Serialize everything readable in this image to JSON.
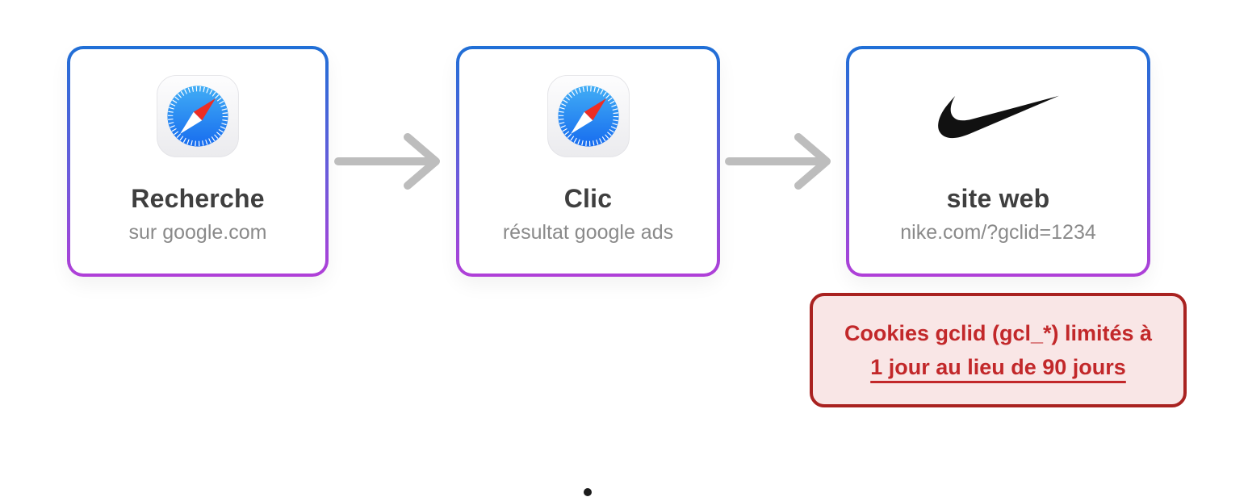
{
  "steps": [
    {
      "title": "Recherche",
      "subtitle": "sur google.com",
      "icon": "safari-browser-icon"
    },
    {
      "title": "Clic",
      "subtitle": "résultat google ads",
      "icon": "safari-browser-icon"
    },
    {
      "title": "site web",
      "subtitle": "nike.com/?gclid=1234",
      "icon": "nike-logo"
    }
  ],
  "warning": {
    "line1": "Cookies gclid (gcl_*) limités à",
    "line2": "1 jour au lieu de 90 jours"
  },
  "colors": {
    "card_border_top": "#1f6fd6",
    "card_border_bottom": "#b03fd8",
    "arrow": "#bdbdbd",
    "title_text": "#3f3f3f",
    "subtitle_text": "#8a8a8a",
    "warning_text": "#c2282a",
    "warning_border": "#a92220",
    "warning_background": "#f9e6e6",
    "safari_blue_top": "#41adf5",
    "safari_blue_bottom": "#176cef",
    "nike_black": "#111111"
  }
}
